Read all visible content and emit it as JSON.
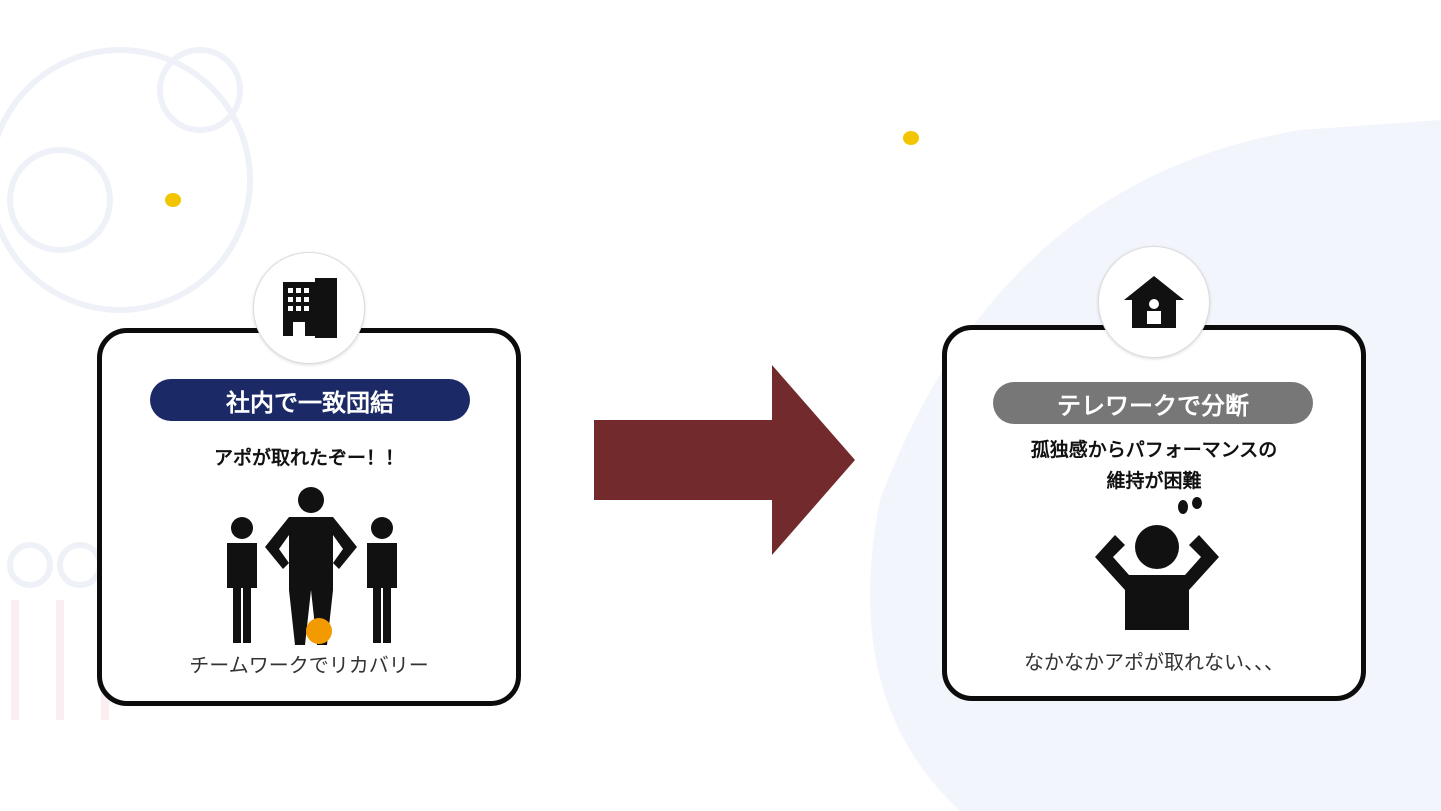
{
  "left": {
    "title": "社内で一致団結",
    "headline": "アポが取れたぞー！！",
    "caption": "チームワークでリカバリー",
    "icon": "office-building-icon",
    "pill_color": "#1b2a66"
  },
  "right": {
    "title": "テレワークで分断",
    "headline_line1": "孤独感からパフォーマンスの",
    "headline_line2": "維持が困難",
    "caption": "なかなかアポが取れない、、、",
    "icon": "house-person-icon",
    "pill_color": "#777777"
  },
  "arrow_color": "#722a2c",
  "accent": "#f3c400"
}
